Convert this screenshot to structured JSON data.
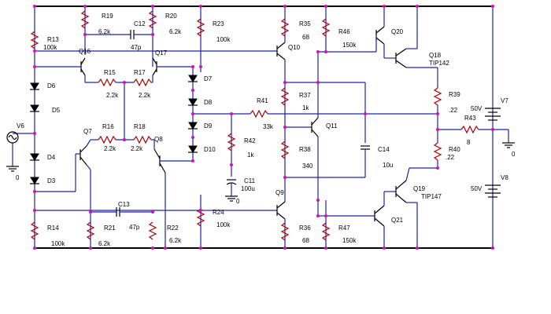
{
  "labels": {
    "R19": "R19",
    "R20": "R20",
    "R23": "R23",
    "R35": "R35",
    "R46": "R46",
    "R13": "R13",
    "R14": "R14",
    "R15": "R15",
    "R16": "R16",
    "R17": "R17",
    "R18": "R18",
    "R21": "R21",
    "R22": "R22",
    "R24": "R24",
    "R36": "R36",
    "R37": "R37",
    "R38": "R38",
    "R39": "R39",
    "R40": "R40",
    "R41": "R41",
    "R42": "R42",
    "R43": "R43",
    "R47": "R47",
    "C11": "C11",
    "C12": "C12",
    "C13": "C13",
    "C14": "C14",
    "Q7": "Q7",
    "Q8": "Q8",
    "Q9": "Q9",
    "Q10": "Q10",
    "Q11": "Q11",
    "Q16": "Q16",
    "Q17": "Q17",
    "Q18": "Q18",
    "Q19": "Q19",
    "Q20": "Q20",
    "Q21": "Q21",
    "D3": "D3",
    "D4": "D4",
    "D5": "D5",
    "D6": "D6",
    "D7": "D7",
    "D8": "D8",
    "D9": "D9",
    "D10": "D10",
    "V6": "V6",
    "V7": "V7",
    "V8": "V8"
  },
  "values": {
    "R19": "6.2k",
    "R20": "6.2k",
    "R23": "100k",
    "R35": "68",
    "R46": "150k",
    "R13": "100k",
    "R14": "100k",
    "R15": "2.2k",
    "R16": "2.2k",
    "R17": "2.2k",
    "R18": "2.2k",
    "R21": "6.2k",
    "R22": "6.2k",
    "R24": "100k",
    "R36": "68",
    "R37": "1k",
    "R38": "340",
    "R39": ".22",
    "R40": ".22",
    "R41": "33k",
    "R42": "1k",
    "R43": "8",
    "R47": "150k",
    "C11": "100u",
    "C12": "47p",
    "C13": "47p",
    "C14": "10u",
    "Q18": "TIP142",
    "Q19": "TIP147",
    "V7": "50V",
    "V8": "50V"
  },
  "grounds": {
    "g1": "0",
    "g2": "0",
    "g3": "0"
  }
}
